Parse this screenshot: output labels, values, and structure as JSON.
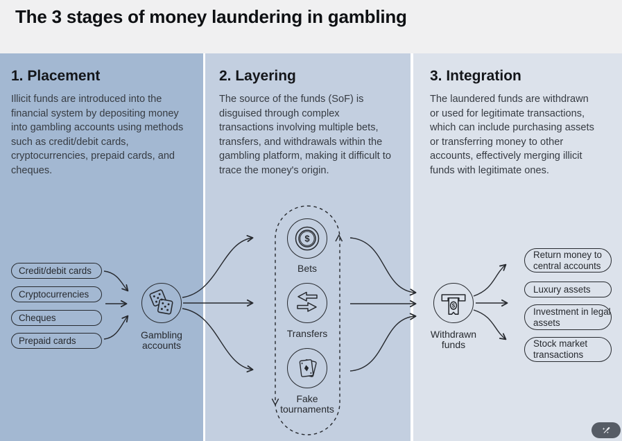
{
  "title": "The 3 stages of money laundering in gambling",
  "stages": [
    {
      "heading": "1. Placement",
      "description": "Illicit funds are introduced into the financial system by depositing money into gambling accounts using methods such as credit/debit cards, cryptocurrencies, prepaid cards, and cheques."
    },
    {
      "heading": "2. Layering",
      "description": "The source of the funds (SoF) is disguised through complex transactions involving multiple bets, transfers, and withdrawals within the gambling platform, making it difficult to trace the money's origin."
    },
    {
      "heading": "3. Integration",
      "description": "The laundered funds are withdrawn or used for legitimate transactions, which can include purchasing assets or transferring money to other accounts, effectively merging illicit funds with legitimate ones."
    }
  ],
  "placement": {
    "methods": [
      "Credit/debit cards",
      "Cryptocurrencies",
      "Cheques",
      "Prepaid cards"
    ],
    "hub_label": "Gambling accounts",
    "hub_icon": "dice-icon"
  },
  "layering": {
    "nodes": [
      {
        "label": "Bets",
        "icon": "coin-dollar-icon"
      },
      {
        "label": "Transfers",
        "icon": "swap-arrows-icon"
      },
      {
        "label": "Fake tournaments",
        "icon": "playing-cards-icon"
      }
    ],
    "loop_style": "dashed-cycle"
  },
  "integration": {
    "hub_label": "Withdrawn funds",
    "hub_icon": "atm-withdrawal-icon",
    "destinations": [
      "Return money to central accounts",
      "Luxury assets",
      "Investment in legal assets",
      "Stock market transactions"
    ]
  },
  "icons": {
    "dollar_symbol": "$",
    "floating_button": "magic-wand-icon"
  },
  "colors": {
    "header_bg": "#f0f0f1",
    "placement_bg": "#a3b8d2",
    "layering_bg": "#c3cfe0",
    "integration_bg": "#dce2eb",
    "line": "#26292e",
    "floating_button_bg": "#565c65"
  }
}
